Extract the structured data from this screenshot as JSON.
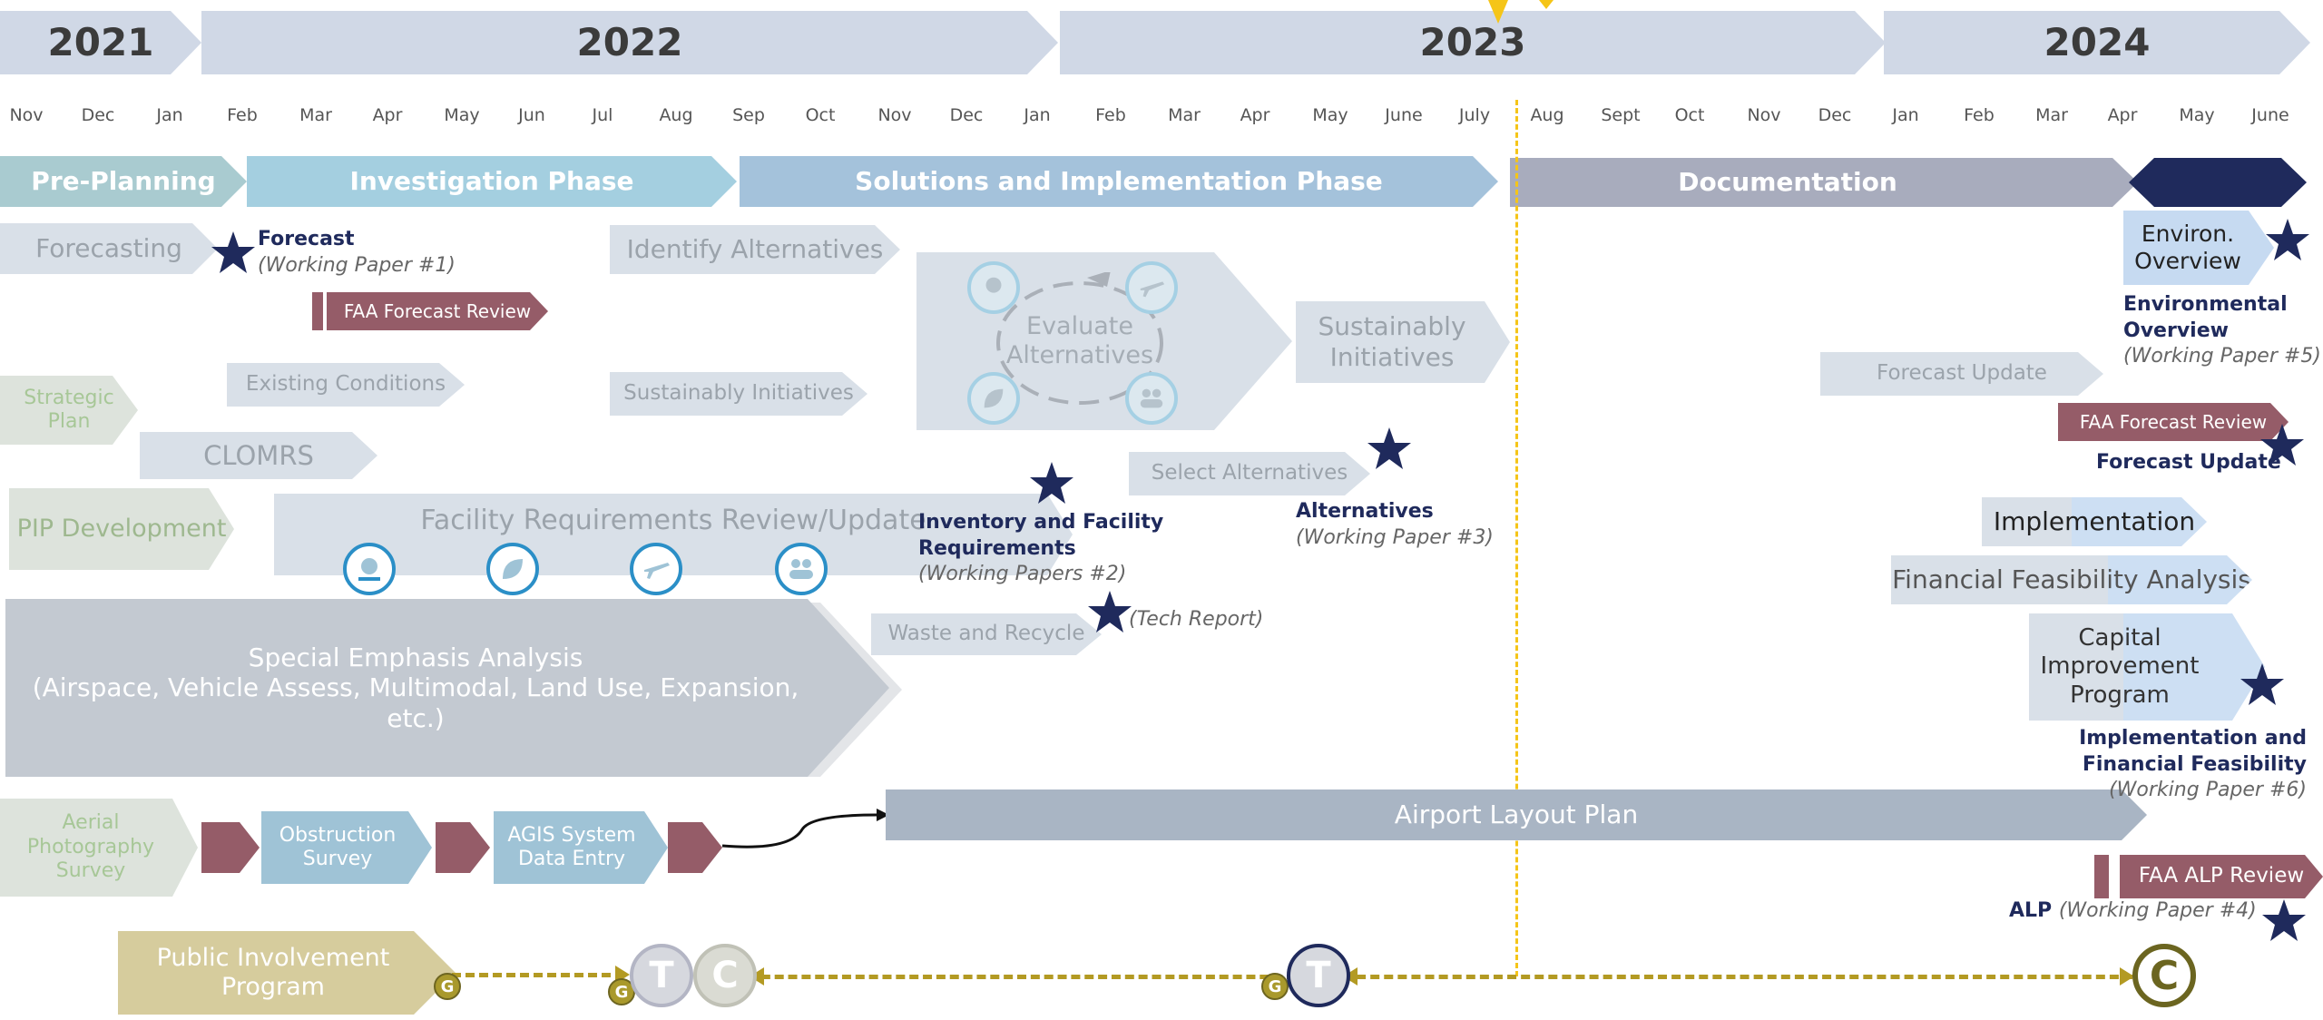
{
  "years": [
    "2021",
    "2022",
    "2023",
    "2024"
  ],
  "months": [
    "Nov",
    "Dec",
    "Jan",
    "Feb",
    "Mar",
    "Apr",
    "May",
    "Jun",
    "Jul",
    "Aug",
    "Sep",
    "Oct",
    "Nov",
    "Dec",
    "Jan",
    "Feb",
    "Mar",
    "Apr",
    "May",
    "June",
    "July",
    "Aug",
    "Sept",
    "Oct",
    "Nov",
    "Dec",
    "Jan",
    "Feb",
    "Mar",
    "Apr",
    "May",
    "June"
  ],
  "phases": {
    "pre_planning": "Pre-Planning",
    "investigation": "Investigation Phase",
    "solutions": "Solutions and Implementation Phase",
    "documentation": "Documentation"
  },
  "tasks": {
    "forecasting": "Forecasting",
    "faa_forecast_review": "FAA Forecast Review",
    "strategic_plan": "Strategic Plan",
    "existing_conditions": "Existing Conditions",
    "clomrs": "CLOMRS",
    "pip_development": "PIP Development",
    "facility_requirements": "Facility Requirements Review/Update",
    "special_emphasis": "Special Emphasis Analysis\n(Airspace, Vehicle Assess, Multimodal, Land Use, Expansion, etc.)",
    "identify_alternatives": "Identify Alternatives",
    "sustainably_initiatives_small": "Sustainably Initiatives",
    "evaluate_alternatives": "Evaluate Alternatives",
    "sustainably_initiatives_large": "Sustainably Initiatives",
    "select_alternatives": "Select Alternatives",
    "waste_and_recycle": "Waste and Recycle",
    "aerial_photography": "Aerial Photography Survey",
    "obstruction_survey": "Obstruction Survey",
    "agis_entry": "AGIS System Data Entry",
    "airport_layout_plan": "Airport Layout Plan",
    "public_involvement": "Public Involvement Program",
    "environ_overview": "Environ. Overview",
    "forecast_update": "Forecast Update",
    "faa_forecast_review_2": "FAA Forecast Review",
    "implementation": "Implementation",
    "financial_feasibility": "Financial Feasibility Analysis",
    "capital_improvement": "Capital Improvement Program",
    "faa_alp_review": "FAA ALP Review"
  },
  "deliverables": {
    "forecast_title": "Forecast",
    "forecast_paper": "(Working Paper #1)",
    "inventory_title": "Inventory and Facility Requirements",
    "inventory_paper": "(Working Papers #2)",
    "tech_report": "(Tech Report)",
    "alternatives_title": "Alternatives",
    "alternatives_paper": "(Working Paper #3)",
    "env_title": "Environmental Overview",
    "env_paper": "(Working Paper #5)",
    "forecast_update_title": "Forecast Update",
    "impl_title": "Implementation and Financial Feasibility",
    "impl_paper": "(Working Paper #6)",
    "alp_title": "ALP",
    "alp_paper": "(Working Paper #4)"
  },
  "meeting_markers": {
    "g": "G",
    "t": "T",
    "c": "C"
  },
  "colors": {
    "navy": "#1f2a5c",
    "timeline_gold": "#f5c518",
    "meeting_olive": "#b39a23",
    "mauve": "#955c68"
  }
}
